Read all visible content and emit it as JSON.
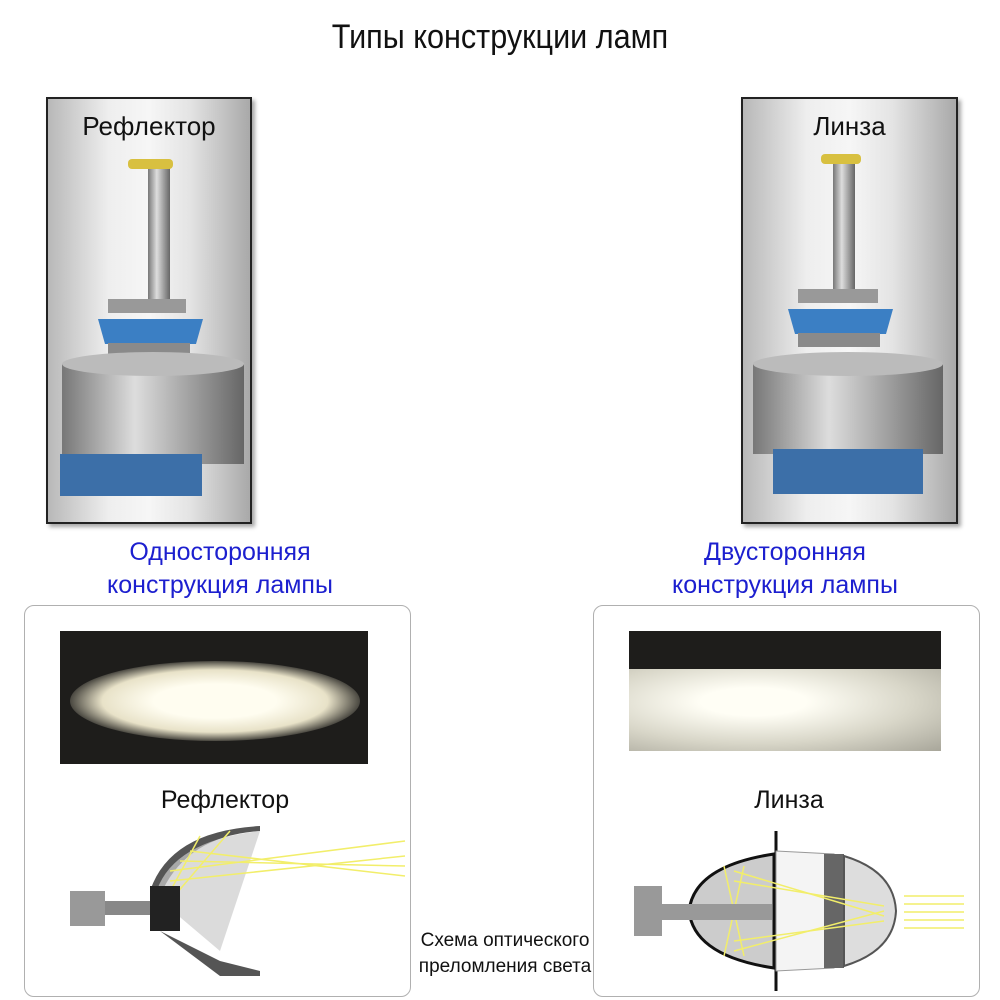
{
  "title": "Типы конструкции ламп",
  "left": {
    "panel_label": "Рефлектор",
    "construction": [
      "Односторонняя",
      "конструкция лампы"
    ],
    "diagram_label": "Рефлектор"
  },
  "right": {
    "panel_label": "Линза",
    "construction": [
      "Двусторонняя",
      "конструкция лампы"
    ],
    "diagram_label": "Линза"
  },
  "caption": [
    "Схема оптического",
    "преломления света"
  ],
  "colors": {
    "accent": "#1c1fcf",
    "bulb_blue": "#3b7fc4",
    "ray": "#f2ee6a"
  }
}
